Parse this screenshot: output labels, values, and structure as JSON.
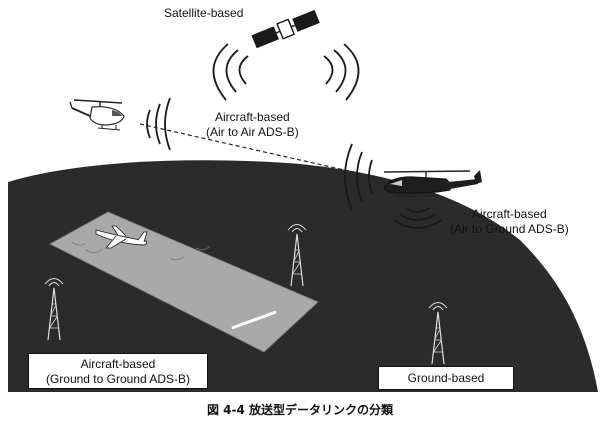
{
  "labels": {
    "satellite": "Satellite-based",
    "air_to_air_title": "Aircraft-based",
    "air_to_air_sub": "(Air to Air ADS-B)",
    "air_to_ground_title": "Aircraft-based",
    "air_to_ground_sub": "(Air to Ground ADS-B)",
    "ground_to_ground_title": "Aircraft-based",
    "ground_to_ground_sub": "(Ground to Ground ADS-B)",
    "ground_based": "Ground-based"
  },
  "caption": "図 4-4  放送型データリンクの分類",
  "colors": {
    "earth": "#2b2b2b",
    "runway": "#a9a9a9",
    "ink": "#111111",
    "background": "#ffffff"
  },
  "icons": [
    "satellite-icon",
    "helicopter-icon",
    "airliner-icon",
    "antenna-tower-icon"
  ]
}
